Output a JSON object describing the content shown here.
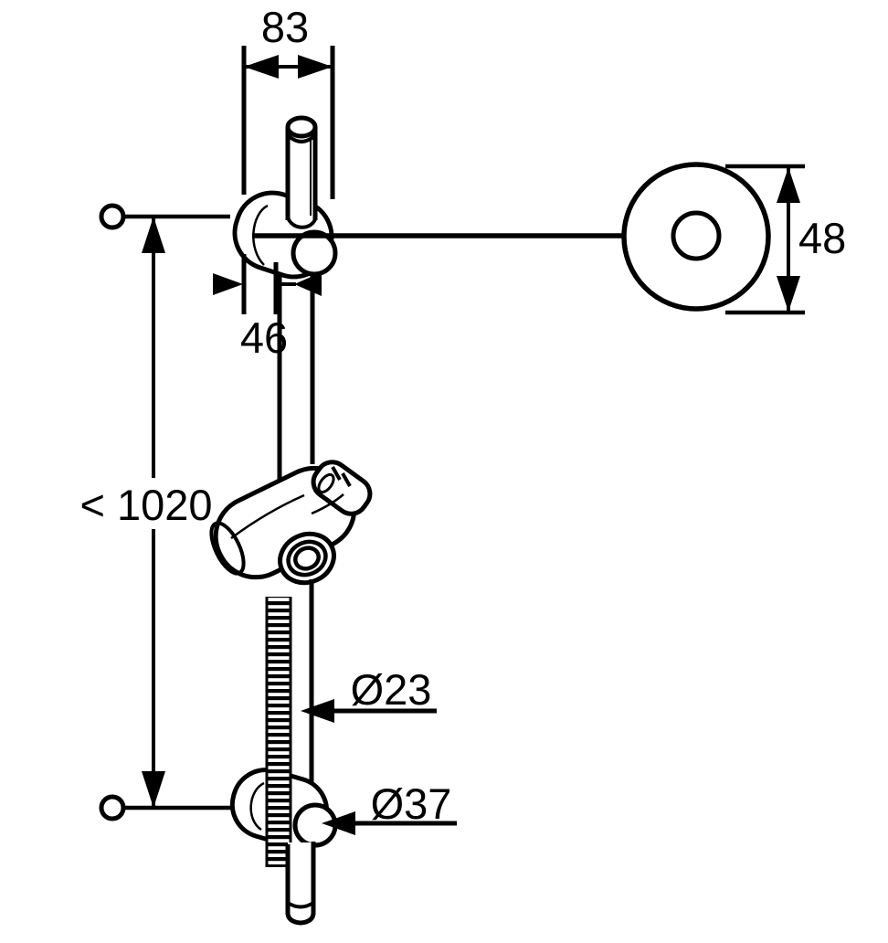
{
  "page": {
    "background_color": "#ffffff",
    "stroke_color": "#000000"
  },
  "drawing": {
    "type": "technical-dimension-drawing",
    "subject": "shower-rail-set-with-wall-brackets-slider-and-hose",
    "labels": {
      "top_bracket_width": "83",
      "wall_offset": "46",
      "max_rail_height": "< 1020",
      "rail_diameter": "Ø23",
      "bottom_bracket_diameter": "Ø37",
      "wall_flange_height": "48"
    }
  }
}
